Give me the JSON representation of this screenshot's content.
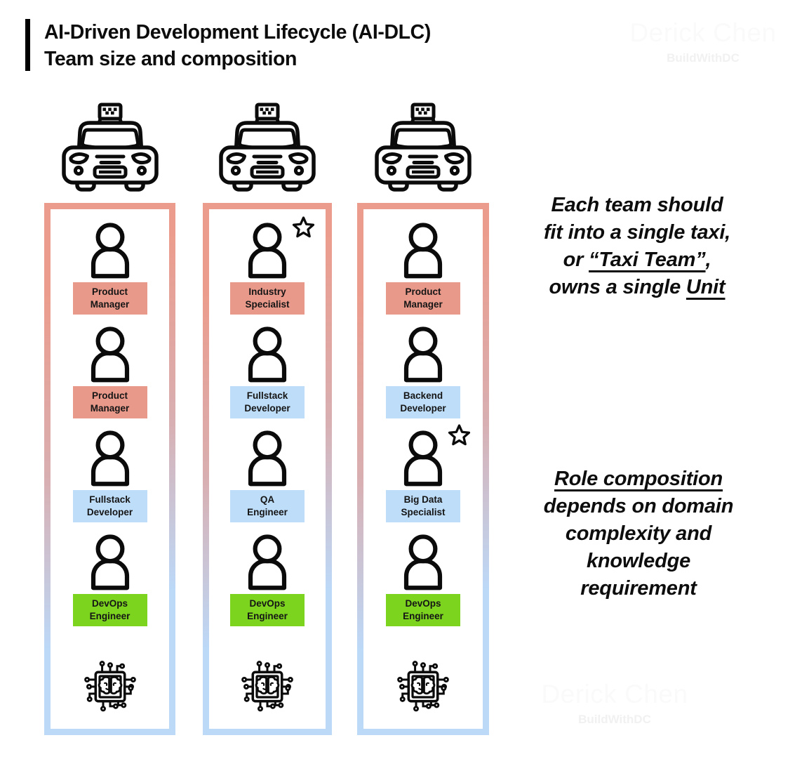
{
  "title": {
    "line1": "AI-Driven Development Lifecycle (AI-DLC)",
    "line2": "Team size and composition"
  },
  "watermark": {
    "name": "Derick Chen",
    "subtitle": "BuildWithDC"
  },
  "teams": [
    {
      "roles": [
        {
          "label": "Product\nManager",
          "bg": "#e8998a",
          "star": false
        },
        {
          "label": "Product\nManager",
          "bg": "#e8998a",
          "star": false
        },
        {
          "label": "Fullstack\nDeveloper",
          "bg": "#beddf9",
          "star": false
        },
        {
          "label": "DevOps\nEngineer",
          "bg": "#7cd41e",
          "star": false
        }
      ]
    },
    {
      "roles": [
        {
          "label": "Industry\nSpecialist",
          "bg": "#e8998a",
          "star": true
        },
        {
          "label": "Fullstack\nDeveloper",
          "bg": "#beddf9",
          "star": false
        },
        {
          "label": "QA\nEngineer",
          "bg": "#beddf9",
          "star": false
        },
        {
          "label": "DevOps\nEngineer",
          "bg": "#7cd41e",
          "star": false
        }
      ]
    },
    {
      "roles": [
        {
          "label": "Product\nManager",
          "bg": "#e8998a",
          "star": false
        },
        {
          "label": "Backend\nDeveloper",
          "bg": "#beddf9",
          "star": false
        },
        {
          "label": "Big Data\nSpecialist",
          "bg": "#beddf9",
          "star": true
        },
        {
          "label": "DevOps\nEngineer",
          "bg": "#7cd41e",
          "star": false
        }
      ]
    }
  ],
  "notes": {
    "taxi": {
      "l1": "Each team should",
      "l2": "fit into a single taxi,",
      "l3_pre": "or ",
      "l3_underline": "“Taxi Team”",
      "l3_post": ",",
      "l4_pre": "owns a single ",
      "l4_underline": "Unit"
    },
    "role": {
      "l1_underline": "Role composition",
      "l2": "depends on domain",
      "l3": "complexity and",
      "l4": "knowledge",
      "l5": "requirement"
    }
  },
  "colors": {
    "salmon": "#e8998a",
    "light_blue": "#beddf9",
    "green": "#7cd41e",
    "border_gradient_top": "#ec9c8c",
    "border_gradient_bottom": "#bcd9f8",
    "watermark": "#fafafa"
  },
  "icons": {
    "taxi": "taxi-icon",
    "person": "person-icon",
    "star": "star-icon",
    "ai_chip": "ai-chip-icon"
  }
}
